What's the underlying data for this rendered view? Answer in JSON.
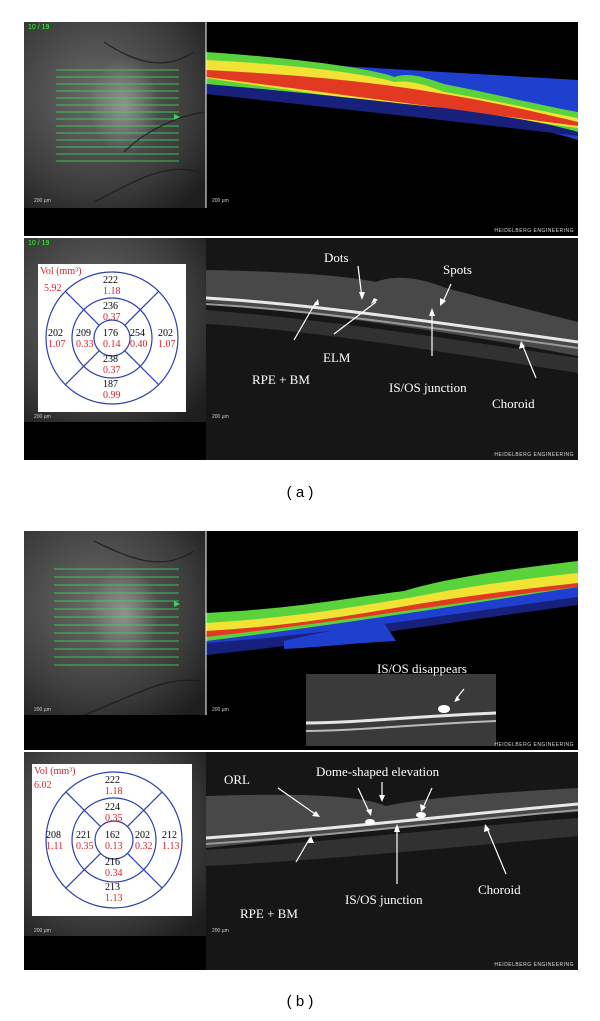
{
  "panel_a": {
    "top": {
      "frame_tag": "10 / 19",
      "fundus_scale": "200 µm",
      "oct_scale": "200 µm",
      "brand": "HEIDELBERG ENGINEERING"
    },
    "bottom": {
      "frame_tag": "10 / 19",
      "fundus_scale": "200 µm",
      "oct_scale": "200 µm",
      "brand": "HEIDELBERG ENGINEERING",
      "map": {
        "vol_label": "Vol (mm³)",
        "vol_value": "5.92",
        "center": {
          "thickness": "176",
          "volume": "0.14"
        },
        "inner_top": {
          "thickness": "236",
          "volume": "0.37"
        },
        "inner_left": {
          "thickness": "209",
          "volume": "0.33"
        },
        "inner_right": {
          "thickness": "254",
          "volume": "0.40"
        },
        "inner_bottom": {
          "thickness": "238",
          "volume": "0.37"
        },
        "outer_top": {
          "thickness": "222",
          "volume": "1.18"
        },
        "outer_left": {
          "thickness": "202",
          "volume": "1.07"
        },
        "outer_right": {
          "thickness": "202",
          "volume": "1.07"
        },
        "outer_bottom": {
          "thickness": "187",
          "volume": "0.99"
        }
      },
      "labels": {
        "dots": "Dots",
        "spots": "Spots",
        "elm": "ELM",
        "rpe_bm": "RPE + BM",
        "isos": "IS/OS junction",
        "choroid": "Choroid"
      }
    },
    "caption": "( a )"
  },
  "panel_b": {
    "top": {
      "fundus_scale": "200 µm",
      "oct_scale": "200 µm",
      "brand": "HEIDELBERG ENGINEERING",
      "inset_label": "IS/OS disappears"
    },
    "bottom": {
      "fundus_scale": "200 µm",
      "oct_scale": "200 µm",
      "brand": "HEIDELBERG ENGINEERING",
      "map": {
        "vol_label": "Vol (mm³)",
        "vol_value": "6.02",
        "center": {
          "thickness": "162",
          "volume": "0.13"
        },
        "inner_top": {
          "thickness": "224",
          "volume": "0.35"
        },
        "inner_left": {
          "thickness": "221",
          "volume": "0.35"
        },
        "inner_right": {
          "thickness": "202",
          "volume": "0.32"
        },
        "inner_bottom": {
          "thickness": "216",
          "volume": "0.34"
        },
        "outer_top": {
          "thickness": "222",
          "volume": "1.18"
        },
        "outer_left": {
          "thickness": "208",
          "volume": "1.11"
        },
        "outer_right": {
          "thickness": "212",
          "volume": "1.13"
        },
        "outer_bottom": {
          "thickness": "213",
          "volume": "1.13"
        }
      },
      "labels": {
        "orl": "ORL",
        "dome": "Dome-shaped elevation",
        "rpe_bm": "RPE + BM",
        "isos": "IS/OS junction",
        "choroid": "Choroid"
      }
    },
    "caption": "( b )"
  },
  "colors": {
    "map_black": "#000000",
    "map_red": "#d9222a",
    "map_circle": "#2b3fb0",
    "scan_green": "#39d65a"
  }
}
